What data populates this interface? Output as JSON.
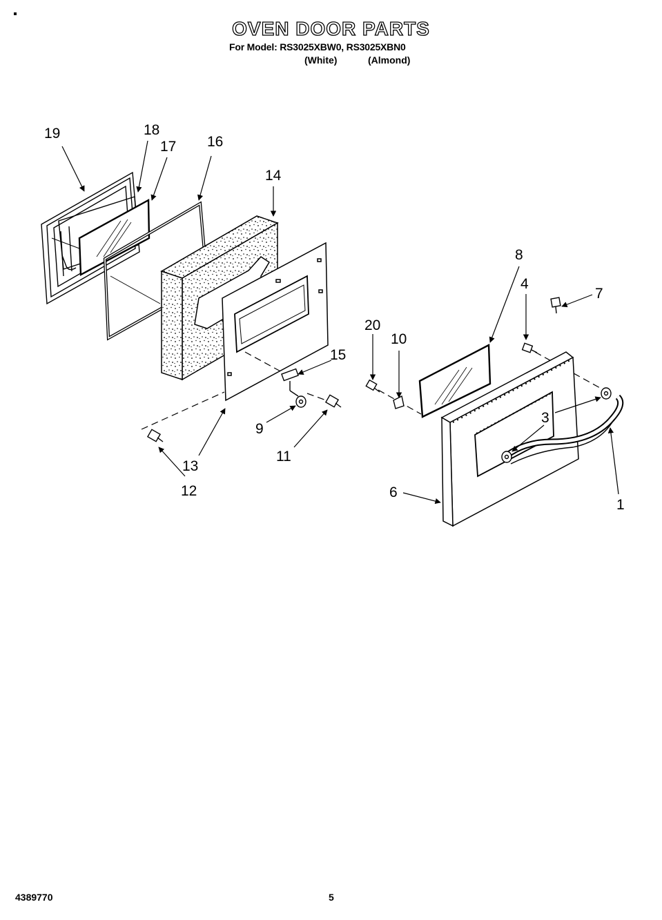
{
  "header": {
    "title": "OVEN DOOR PARTS",
    "model_line": "For Model: RS3025XBW0, RS3025XBN0",
    "variant_white": "(White)",
    "variant_almond": "(Almond)"
  },
  "callouts": [
    "1",
    "3",
    "4",
    "6",
    "7",
    "8",
    "9",
    "10",
    "11",
    "12",
    "13",
    "14",
    "15",
    "16",
    "17",
    "18",
    "19",
    "20"
  ],
  "footer": {
    "doc_number": "4389770",
    "page_number": "5"
  }
}
